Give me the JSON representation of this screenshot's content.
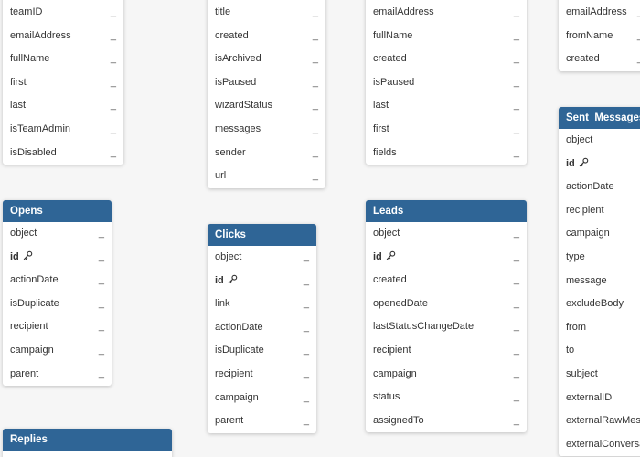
{
  "colors": {
    "header_bg": "#2f6596",
    "canvas_bg": "#f6f6f6"
  },
  "entities": [
    {
      "key": "users",
      "name": "",
      "fields": [
        {
          "name": "teamID",
          "type": "_"
        },
        {
          "name": "emailAddress",
          "type": "_"
        },
        {
          "name": "fullName",
          "type": "_"
        },
        {
          "name": "first",
          "type": "_"
        },
        {
          "name": "last",
          "type": "_"
        },
        {
          "name": "isTeamAdmin",
          "type": "_"
        },
        {
          "name": "isDisabled",
          "type": "_"
        }
      ]
    },
    {
      "key": "campaigns",
      "name": "",
      "fields": [
        {
          "name": "title",
          "type": "_"
        },
        {
          "name": "created",
          "type": "_"
        },
        {
          "name": "isArchived",
          "type": "_"
        },
        {
          "name": "isPaused",
          "type": "_"
        },
        {
          "name": "wizardStatus",
          "type": "_"
        },
        {
          "name": "messages",
          "type": "_"
        },
        {
          "name": "sender",
          "type": "_"
        },
        {
          "name": "url",
          "type": "_"
        }
      ]
    },
    {
      "key": "prospects",
      "name": "",
      "fields": [
        {
          "name": "emailAddress",
          "type": "_"
        },
        {
          "name": "fullName",
          "type": "_"
        },
        {
          "name": "created",
          "type": "_"
        },
        {
          "name": "isPaused",
          "type": "_"
        },
        {
          "name": "last",
          "type": "_"
        },
        {
          "name": "first",
          "type": "_"
        },
        {
          "name": "fields",
          "type": "_"
        }
      ]
    },
    {
      "key": "senders",
      "name": "",
      "fields": [
        {
          "name": "emailAddress",
          "type": "_"
        },
        {
          "name": "fromName",
          "type": "_"
        },
        {
          "name": "created",
          "type": "_"
        }
      ]
    },
    {
      "key": "opens",
      "name": "Opens",
      "fields": [
        {
          "name": "object",
          "type": "_"
        },
        {
          "name": "id",
          "type": "_",
          "pk": true
        },
        {
          "name": "actionDate",
          "type": "_"
        },
        {
          "name": "isDuplicate",
          "type": "_"
        },
        {
          "name": "recipient",
          "type": "_"
        },
        {
          "name": "campaign",
          "type": "_"
        },
        {
          "name": "parent",
          "type": "_"
        }
      ]
    },
    {
      "key": "clicks",
      "name": "Clicks",
      "fields": [
        {
          "name": "object",
          "type": "_"
        },
        {
          "name": "id",
          "type": "_",
          "pk": true
        },
        {
          "name": "link",
          "type": "_"
        },
        {
          "name": "actionDate",
          "type": "_"
        },
        {
          "name": "isDuplicate",
          "type": "_"
        },
        {
          "name": "recipient",
          "type": "_"
        },
        {
          "name": "campaign",
          "type": "_"
        },
        {
          "name": "parent",
          "type": "_"
        }
      ]
    },
    {
      "key": "leads",
      "name": "Leads",
      "fields": [
        {
          "name": "object",
          "type": "_"
        },
        {
          "name": "id",
          "type": "_",
          "pk": true
        },
        {
          "name": "created",
          "type": "_"
        },
        {
          "name": "openedDate",
          "type": "_"
        },
        {
          "name": "lastStatusChangeDate",
          "type": "_"
        },
        {
          "name": "recipient",
          "type": "_"
        },
        {
          "name": "campaign",
          "type": "_"
        },
        {
          "name": "status",
          "type": "_"
        },
        {
          "name": "assignedTo",
          "type": "_"
        }
      ]
    },
    {
      "key": "sent-messages",
      "name": "Sent_Messages",
      "fields": [
        {
          "name": "object",
          "type": ""
        },
        {
          "name": "id",
          "type": "",
          "pk": true
        },
        {
          "name": "actionDate",
          "type": ""
        },
        {
          "name": "recipient",
          "type": ""
        },
        {
          "name": "campaign",
          "type": ""
        },
        {
          "name": "type",
          "type": ""
        },
        {
          "name": "message",
          "type": ""
        },
        {
          "name": "excludeBody",
          "type": ""
        },
        {
          "name": "from",
          "type": ""
        },
        {
          "name": "to",
          "type": ""
        },
        {
          "name": "subject",
          "type": ""
        },
        {
          "name": "externalID",
          "type": ""
        },
        {
          "name": "externalRawMes",
          "type": ""
        },
        {
          "name": "externalConversa",
          "type": ""
        }
      ]
    },
    {
      "key": "replies",
      "name": "Replies",
      "fields": []
    }
  ]
}
